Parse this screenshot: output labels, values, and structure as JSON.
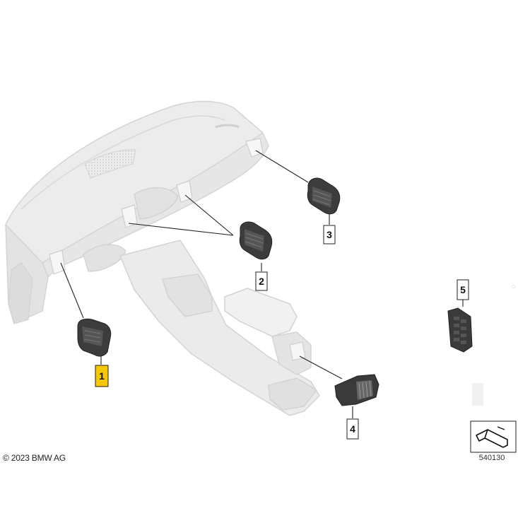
{
  "copyright": "© 2023 BMW AG",
  "diagram_number": "540130",
  "colors": {
    "part_fill": "#e9e9e9",
    "part_stroke": "#d2d2d2",
    "component_dark": "#3a3a3a",
    "leader": "#222222",
    "highlight": "#f5c800"
  },
  "callouts": [
    {
      "label": "1",
      "highlighted": true
    },
    {
      "label": "2",
      "highlighted": false
    },
    {
      "label": "3",
      "highlighted": false
    },
    {
      "label": "4",
      "highlighted": false
    },
    {
      "label": "5",
      "highlighted": false
    }
  ]
}
